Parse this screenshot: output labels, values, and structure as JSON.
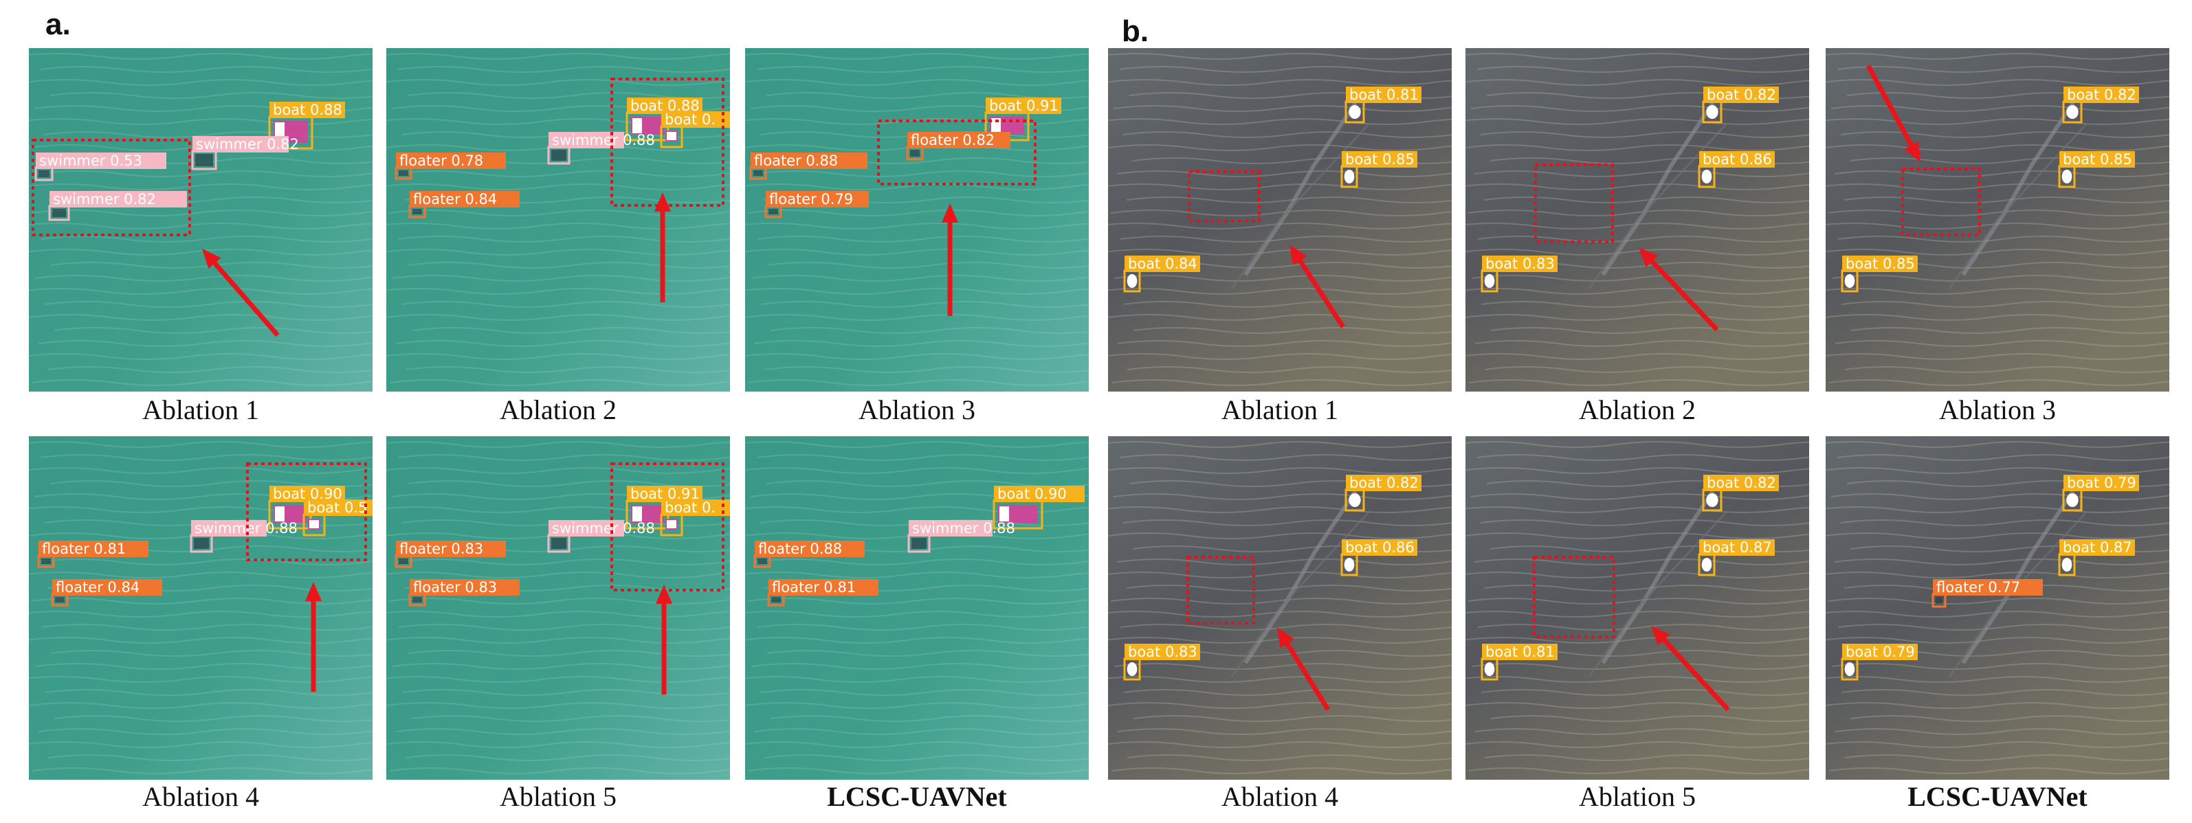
{
  "panel_labels": [
    "a.",
    "b."
  ],
  "colors": {
    "sea": "#3e9e8a",
    "dark_sea": "#55575d",
    "boat_tag": "#f6b21a",
    "floater_tag": "#f0752e",
    "swimmer_tag": "#f6b8c2",
    "highlight": "#e0141e",
    "arrow": "#e8151b"
  },
  "panels": {
    "a": [
      {
        "caption": "Ablation 1",
        "bold": false,
        "labels": [
          "boat 0.88",
          "swimmer 0.82",
          "swimmer 0.53",
          "swimmer 0.82"
        ]
      },
      {
        "caption": "Ablation 2",
        "bold": false,
        "labels": [
          "boat 0.88",
          "boat 0.",
          "swimmer 0.88",
          "floater 0.78",
          "floater 0.84"
        ]
      },
      {
        "caption": "Ablation 3",
        "bold": false,
        "labels": [
          "boat 0.91",
          "floater 0.82",
          "floater 0.88",
          "floater 0.79"
        ]
      },
      {
        "caption": "Ablation 4",
        "bold": false,
        "labels": [
          "boat 0.90",
          "boat 0.5",
          "swimmer 0.88",
          "floater 0.81",
          "floater 0.84"
        ]
      },
      {
        "caption": "Ablation 5",
        "bold": false,
        "labels": [
          "boat 0.91",
          "boat 0.",
          "swimmer 0.88",
          "floater 0.83",
          "floater 0.83"
        ]
      },
      {
        "caption": "LCSC-UAVNet",
        "bold": true,
        "labels": [
          "boat 0.90",
          "swimmer 0.88",
          "floater 0.88",
          "floater 0.81"
        ]
      }
    ],
    "b": [
      {
        "caption": "Ablation 1",
        "bold": false,
        "labels": [
          "boat 0.81",
          "boat 0.85",
          "boat 0.84"
        ]
      },
      {
        "caption": "Ablation 2",
        "bold": false,
        "labels": [
          "boat 0.82",
          "boat 0.86",
          "boat 0.83"
        ]
      },
      {
        "caption": "Ablation 3",
        "bold": false,
        "labels": [
          "boat 0.82",
          "boat 0.85",
          "boat 0.85"
        ]
      },
      {
        "caption": "Ablation 4",
        "bold": false,
        "labels": [
          "boat 0.82",
          "boat 0.86",
          "boat 0.83"
        ]
      },
      {
        "caption": "Ablation 5",
        "bold": false,
        "labels": [
          "boat 0.82",
          "boat 0.87",
          "boat 0.81"
        ]
      },
      {
        "caption": "LCSC-UAVNet",
        "bold": true,
        "labels": [
          "boat 0.79",
          "boat 0.87",
          "floater 0.77",
          "boat 0.79"
        ]
      }
    ]
  }
}
